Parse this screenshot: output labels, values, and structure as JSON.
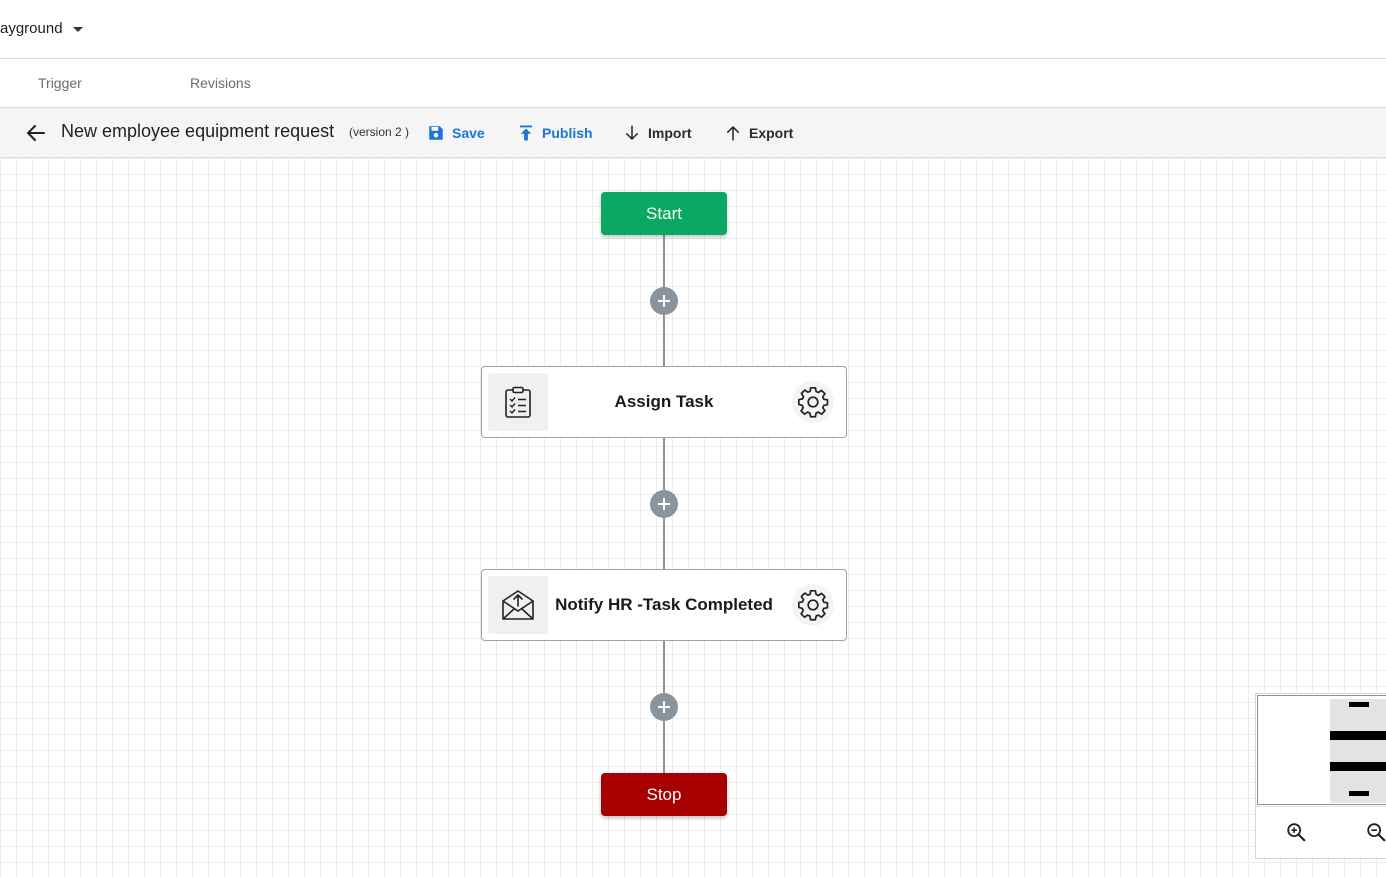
{
  "header": {
    "workspace": "ayground"
  },
  "tabs": [
    {
      "label": "Trigger"
    },
    {
      "label": "Revisions"
    }
  ],
  "toolbar": {
    "title": "New employee equipment request",
    "version": "(version 2 )",
    "save_label": "Save",
    "publish_label": "Publish",
    "import_label": "Import",
    "export_label": "Export"
  },
  "flow": {
    "start_label": "Start",
    "stop_label": "Stop",
    "nodes": [
      {
        "label": "Assign Task",
        "icon": "clipboard-checklist-icon"
      },
      {
        "label": "Notify HR -Task Completed",
        "icon": "envelope-upload-icon"
      }
    ]
  },
  "colors": {
    "accent": "#1976d2",
    "start": "#0aa860",
    "stop": "#a60000",
    "connector": "#8a949c"
  }
}
